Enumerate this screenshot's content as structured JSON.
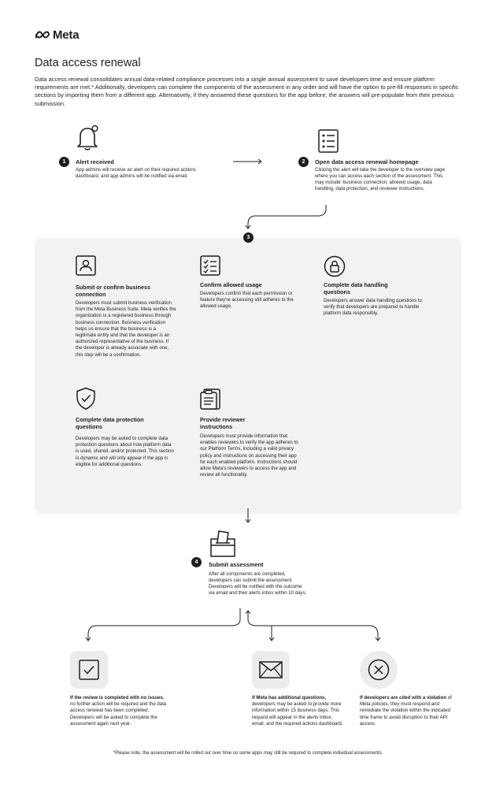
{
  "brand": {
    "name": "Meta"
  },
  "page": {
    "title": "Data access renewal",
    "intro": "Data access renewal consolidates annual data-related compliance processes into a single annual assessment to save developers time and ensure platform requirements are met.* Additionally, developers can complete the components of the assessment in any order and will have the option to pre-fill responses in specific sections by importing them from a different app. Alternatively, if they answered these questions for the app before, the answers will pre-populate from their previous submission."
  },
  "steps": [
    {
      "number": "1",
      "title": "Alert received",
      "text": "App admins will receive an alert on their required actions dashboard, and app admins will be notified via email.",
      "icon": "bell-icon"
    },
    {
      "number": "2",
      "title": "Open data access renewal homepage",
      "text": "Clicking the alert will take the developer to the overview page where you can access each section of the assessment. This may include: business connection, allowed usage, data handling, data protection, and reviewer instructions.",
      "icon": "checklist-document-icon"
    },
    {
      "number": "3"
    },
    {
      "number": "4",
      "title": "Submit assessment",
      "text": "After all components are completed, developers can submit the assessment. Developers will be notified with the outcome via email and their alerts inbox within 10 days.",
      "icon": "ballot-box-icon"
    }
  ],
  "components": [
    {
      "title": "Submit or confirm business connection",
      "text": "Developers must submit business verification from the Meta Business Suite. Meta verifies the organization is a registered business through business connection. Business verification helps us ensure that the business is a legitimate entity and that the developer is an authorized representative of the business. If the developer is already associate with one, this step will be a confirmation.",
      "icon": "id-card-icon"
    },
    {
      "title": "Confirm allowed usage",
      "text": "Developers confirm that each permission or feature they're accessing still adheres to the allowed usage.",
      "icon": "checklist-icon"
    },
    {
      "title": "Complete data handling questions",
      "text": "Developers answer data handling questions to verify that developers are prepared to handle platform data responsibly.",
      "icon": "lock-icon"
    },
    {
      "title": "Complete data protection questions",
      "text": "Developers may be asked to complete data protection questions about how platform data is used, shared, and/or protected. This section is dynamic and will only appear if the app is eligible for additional questions.",
      "icon": "shield-check-icon"
    },
    {
      "title": "Provide reviewer instructions",
      "text": "Developers must provide information that enables reviewers to verify the app adheres to our Platform Terms, including a valid privacy policy and instructions on accessing their app for each enabled platform. Instructions should allow Meta's reviewers to access the app and review all functionality.",
      "icon": "clipboard-icon"
    }
  ],
  "outcomes": [
    {
      "bold": "If the review is completed with no issues",
      "text": ", no further action will be required and the data access renewal has been completed. Developers will be asked to complete the assessment again next year.",
      "icon": "check-box-icon"
    },
    {
      "bold": "If Meta has additional questions,",
      "text": " developers may be asked to provide more information within 15 business days. This request will appear in the alerts inbox, email, and the required actions dashboard.",
      "icon": "envelope-icon"
    },
    {
      "bold": "If developers are cited with a violation",
      "text": " of Meta policies, they must respond and remediate the violation within the indicated time frame to avoid disruption to their API access.",
      "icon": "x-circle-icon"
    }
  ],
  "footnote": "*Please note, the assessment will be rolled out over time so some apps may still be required to complete individual assessments."
}
